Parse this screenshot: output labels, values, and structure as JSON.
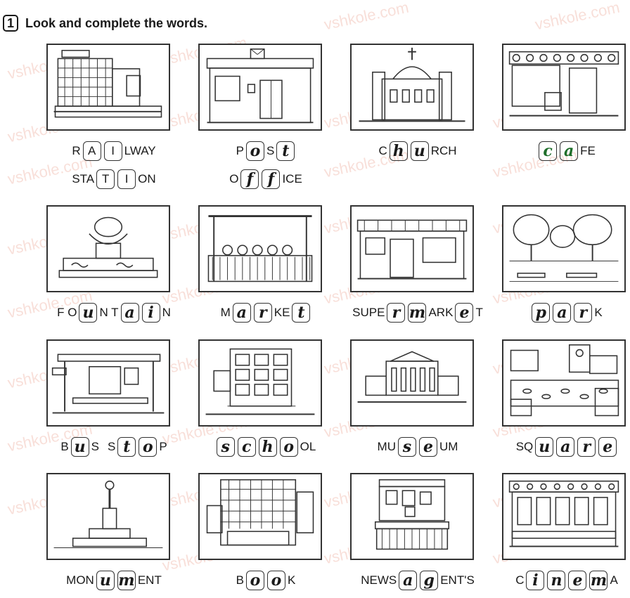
{
  "exercise": {
    "number": "1",
    "instruction": "Look and complete the words."
  },
  "watermark": "vshkole.com",
  "cells": [
    {
      "name": "railway-station",
      "icon": "station-building",
      "lines": [
        [
          {
            "t": "R"
          },
          {
            "b": "A",
            "p": true
          },
          {
            "b": "I",
            "p": true
          },
          {
            "t": "LWAY"
          }
        ],
        [
          {
            "t": "STA"
          },
          {
            "b": "T",
            "p": true
          },
          {
            "b": "I",
            "p": true
          },
          {
            "t": "ON"
          }
        ]
      ]
    },
    {
      "name": "post-office",
      "icon": "post-office-building",
      "lines": [
        [
          {
            "t": "P"
          },
          {
            "b": "o"
          },
          {
            "t": "S"
          },
          {
            "b": "t"
          }
        ],
        [
          {
            "t": "O"
          },
          {
            "b": "f"
          },
          {
            "b": "f"
          },
          {
            "t": "ICE"
          }
        ]
      ]
    },
    {
      "name": "church",
      "icon": "church-building",
      "lines": [
        [
          {
            "t": "C"
          },
          {
            "b": "h"
          },
          {
            "b": "u"
          },
          {
            "t": "RCH"
          }
        ]
      ]
    },
    {
      "name": "cafe",
      "icon": "cafe-building",
      "lines": [
        [
          {
            "b": "c",
            "g": true
          },
          {
            "b": "a",
            "g": true
          },
          {
            "t": "FE"
          }
        ]
      ]
    },
    {
      "name": "fountain",
      "icon": "fountain",
      "lines": [
        [
          {
            "t": "F O"
          },
          {
            "b": "u"
          },
          {
            "t": "N T"
          },
          {
            "b": "a"
          },
          {
            "b": "i"
          },
          {
            "t": "N"
          }
        ]
      ]
    },
    {
      "name": "market",
      "icon": "market-stall",
      "lines": [
        [
          {
            "t": "M"
          },
          {
            "b": "a"
          },
          {
            "b": "r"
          },
          {
            "t": "KE"
          },
          {
            "b": "t"
          }
        ]
      ]
    },
    {
      "name": "supermarket",
      "icon": "supermarket-building",
      "lines": [
        [
          {
            "t": "SUPE"
          },
          {
            "b": "r"
          },
          {
            "b": "m"
          },
          {
            "t": "ARK"
          },
          {
            "b": "e"
          },
          {
            "t": "T"
          }
        ]
      ]
    },
    {
      "name": "park",
      "icon": "park-trees",
      "lines": [
        [
          {
            "b": "p"
          },
          {
            "b": "a"
          },
          {
            "b": "r"
          },
          {
            "t": "K"
          }
        ]
      ]
    },
    {
      "name": "bus-stop",
      "icon": "bus-shelter",
      "lines": [
        [
          {
            "t": "B"
          },
          {
            "b": "u"
          },
          {
            "t": "S"
          },
          {
            "gap": true
          },
          {
            "t": "S"
          },
          {
            "b": "t"
          },
          {
            "b": "o"
          },
          {
            "t": "P"
          }
        ]
      ]
    },
    {
      "name": "school",
      "icon": "school-building",
      "lines": [
        [
          {
            "b": "s"
          },
          {
            "b": "c"
          },
          {
            "b": "h"
          },
          {
            "b": "o"
          },
          {
            "t": "OL"
          }
        ]
      ]
    },
    {
      "name": "museum",
      "icon": "museum-building",
      "lines": [
        [
          {
            "t": "MU"
          },
          {
            "b": "s"
          },
          {
            "b": "e"
          },
          {
            "t": "UM"
          }
        ]
      ]
    },
    {
      "name": "square",
      "icon": "town-square",
      "lines": [
        [
          {
            "t": "SQ"
          },
          {
            "b": "u"
          },
          {
            "b": "a"
          },
          {
            "b": "r"
          },
          {
            "b": "e"
          }
        ]
      ]
    },
    {
      "name": "monument",
      "icon": "monument-statue",
      "lines": [
        [
          {
            "t": "MON"
          },
          {
            "b": "u"
          },
          {
            "b": "m"
          },
          {
            "t": "ENT"
          }
        ]
      ]
    },
    {
      "name": "book",
      "icon": "bookshop-building",
      "lines": [
        [
          {
            "t": "B"
          },
          {
            "b": "o"
          },
          {
            "b": "o"
          },
          {
            "t": "K"
          }
        ]
      ]
    },
    {
      "name": "newsagents",
      "icon": "newsagent-kiosk",
      "lines": [
        [
          {
            "t": "NEWS"
          },
          {
            "b": "a"
          },
          {
            "b": "g"
          },
          {
            "t": "ENT'S"
          }
        ]
      ]
    },
    {
      "name": "cinema",
      "icon": "cinema-building",
      "lines": [
        [
          {
            "t": "C"
          },
          {
            "b": "i"
          },
          {
            "b": "n"
          },
          {
            "b": "e"
          },
          {
            "b": "m"
          },
          {
            "t": "A"
          }
        ]
      ]
    }
  ]
}
